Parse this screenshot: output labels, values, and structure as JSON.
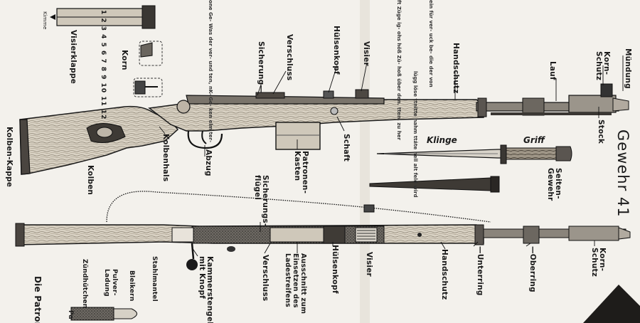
{
  "title": "Gewehr 41",
  "upper_rifle_labels": {
    "muendung": "Mündung",
    "korn_schutz_1": "Korn-",
    "korn_schutz_2": "Schutz",
    "lauf": "Lauf",
    "handschutz": "Handschutz",
    "visier": "Visier",
    "huelsenkopf": "Hülsenkopf",
    "verschluss": "Verschluss",
    "sicherung": "Sicherung",
    "stock": "Stock",
    "schaft": "Schaft",
    "patronen_kasten_1": "Patronen-",
    "patronen_kasten_2": "Kasten",
    "abzug": "Abzug",
    "kolbenhals": "Kolbenhals",
    "kolben": "Kolben",
    "kolben_kappe": "Kolben-Kappe"
  },
  "inset_labels": {
    "visierklappe": "Visierklappe",
    "kimme": "Kimme",
    "korn": "Korn",
    "scale_digits": "1 2 3 4 5 6 7 8 9 10 11 12"
  },
  "bayonet_labels": {
    "klinge": "Klinge",
    "griff": "Griff",
    "seitengewehr_1": "Seiten-",
    "seitengewehr_2": "Gewehr"
  },
  "lower_rifle_labels": {
    "sicherungsfluegel_1": "Sicherungs-",
    "sicherungsfluegel_2": "flügel",
    "kammerstengel_1": "Kammerstengel",
    "kammerstengel_2": "mit Knopf",
    "ausschnitt_1": "Ausschnitt zum",
    "ausschnitt_2": "Einsetzen des",
    "ausschnitt_3": "Ladestreifens",
    "verschluss": "Verschluss",
    "huelsenkopf": "Hülsenkopf",
    "visier": "Visier",
    "handschutz": "Handschutz",
    "unterring": "Unterring",
    "oberring": "Oberring",
    "korn_schutz_1": "Korn-",
    "korn_schutz_2": "Schutz"
  },
  "cartridge_labels": {
    "stahlmantel": "Stahlmantel",
    "bleikern": "Bleikern",
    "pulverladung_1": "Pulver-",
    "pulverladung_2": "Ladung",
    "zuendhuetchen": "Zündhütchen",
    "die_patrone": "Die Patron",
    "pa": "Pa"
  },
  "text_fragments": {
    "col1": [
      "one",
      "Ge-",
      "Was",
      "der",
      "ver-",
      "und",
      "ten,",
      "nK-",
      "Ge-",
      "ken",
      "elm",
      "ter-"
    ],
    "col2": [
      "ft",
      "Züge",
      "ig-",
      "ohs",
      "höß",
      "Zü-",
      "hoß",
      "über",
      "den.",
      "tten,",
      "zu",
      "her"
    ],
    "col3": [
      "ein",
      "für",
      "ver-",
      "uck",
      "be-",
      "die",
      "der",
      "von"
    ],
    "col4": [
      "lügg",
      "löse",
      "ttnitte",
      "nahm",
      "ttäte",
      "nell",
      "alt",
      "feld",
      "wird"
    ]
  }
}
